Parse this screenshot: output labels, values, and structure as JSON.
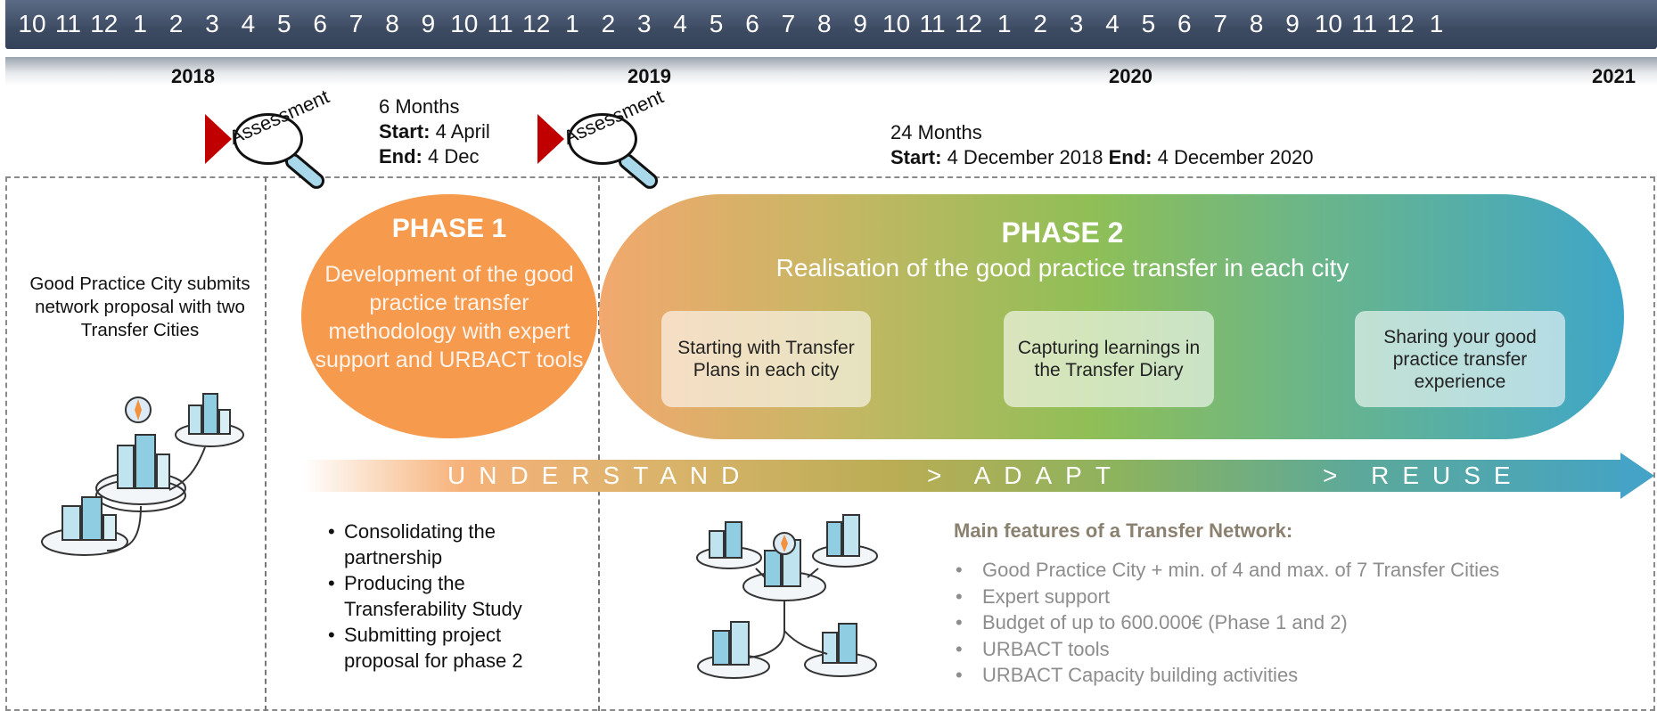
{
  "timeline": {
    "months": [
      "10",
      "11",
      "12",
      "1",
      "2",
      "3",
      "4",
      "5",
      "6",
      "7",
      "8",
      "9",
      "10",
      "11",
      "12",
      "1",
      "2",
      "3",
      "4",
      "5",
      "6",
      "7",
      "8",
      "9",
      "10",
      "11",
      "12",
      "1",
      "2",
      "3",
      "4",
      "5",
      "6",
      "7",
      "8",
      "9",
      "10",
      "11",
      "12",
      "1"
    ],
    "years": [
      "2018",
      "2019",
      "2020",
      "2021"
    ]
  },
  "assessment_label": "Assessment",
  "phase1_info": {
    "duration": "6 Months",
    "start_label": "Start:",
    "start_value": "4 April",
    "end_label": "End:",
    "end_value": "4 Dec"
  },
  "phase2_info": {
    "duration": "24 Months",
    "start_label": "Start:",
    "start_value": "4 December 2018",
    "end_label": "End:",
    "end_value": "4 December 2020"
  },
  "gp_city_text": "Good Practice City submits network proposal with two Transfer Cities",
  "phase1": {
    "title": "PHASE 1",
    "description": "Development of the good practice transfer methodology with expert support and URBACT tools"
  },
  "phase2": {
    "title": "PHASE 2",
    "subtitle": "Realisation of the good practice transfer in each city",
    "boxes": [
      "Starting with Transfer Plans in each city",
      "Capturing learnings in the Transfer Diary",
      "Sharing your good practice transfer experience"
    ]
  },
  "arrow": {
    "understand": "UNDERSTAND",
    "adapt": "> ADAPT",
    "reuse": "> REUSE"
  },
  "phase1_tasks": [
    "Consolidating the partnership",
    "Producing the Transferability Study",
    "Submitting project proposal for phase 2"
  ],
  "features": {
    "title": "Main features of a Transfer Network:",
    "items": [
      "Good Practice City + min. of 4 and max. of 7 Transfer Cities",
      "Expert support",
      "Budget of up to 600.000€ (Phase 1 and 2)",
      "URBACT tools",
      "URBACT Capacity building activities"
    ]
  },
  "colors": {
    "phase1": "#f69a4e",
    "assessment_marker": "#c00000",
    "month_bar": "#3d4b62"
  }
}
